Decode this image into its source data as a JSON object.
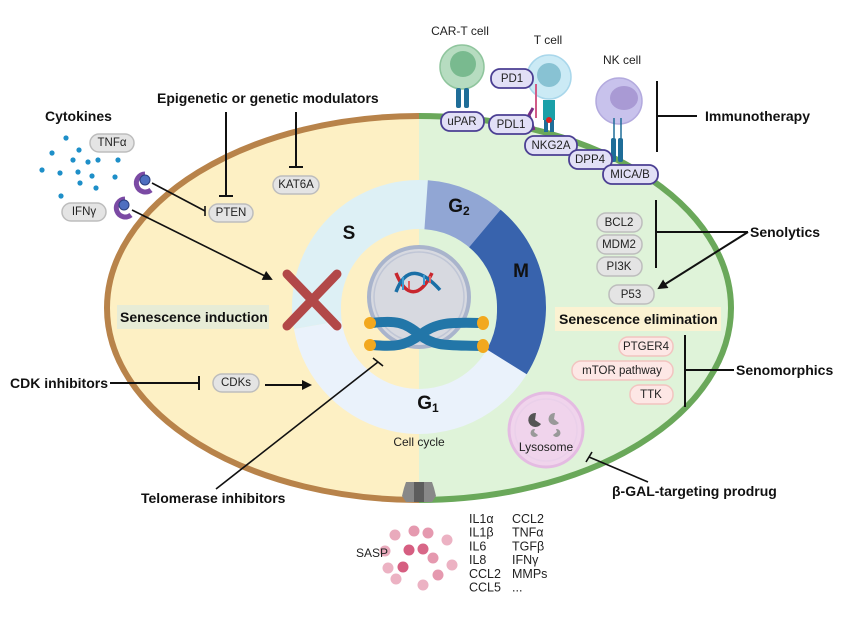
{
  "colors": {
    "induction_bg": "#fdf0c4",
    "elimination_bg": "#dff3d9",
    "induction_membrane": "#b8834a",
    "elimination_membrane": "#6aa85a",
    "phase_s": "#ddf0f5",
    "phase_g2": "#91a6d4",
    "phase_m": "#3863ad",
    "phase_g1": "#eaf2fb",
    "x_mark": "#b24848",
    "gray_pill": "#e4e4e4",
    "purple_pill": "#e2e0f6",
    "pink_pill": "#fde7e5",
    "cytokine_dot": "#1e8fc8",
    "sasp_dot": "#d4557a"
  },
  "left_side": {
    "cytokines_title": "Cytokines",
    "cytokines": [
      "TNFα",
      "IFNγ"
    ],
    "epigenetic_title": "Epigenetic or genetic modulators",
    "epigenetic_targets": [
      "PTEN",
      "KAT6A"
    ],
    "section_label": "Senescence induction",
    "cdk_inhibitors_label": "CDK inhibitors",
    "cdk_target": "CDKs",
    "telomerase_label": "Telomerase inhibitors"
  },
  "cell_cycle": {
    "label": "Cell cycle",
    "phases": [
      {
        "name": "S",
        "sub": ""
      },
      {
        "name": "G",
        "sub": "2"
      },
      {
        "name": "M",
        "sub": ""
      },
      {
        "name": "G",
        "sub": "1"
      }
    ]
  },
  "immune_cells": {
    "car_t": "CAR-T cell",
    "t_cell": "T cell",
    "nk_cell": "NK cell",
    "receptors": [
      "uPAR",
      "PD1",
      "PDL1",
      "NKG2A",
      "DPP4",
      "MICA/B"
    ],
    "category": "Immunotherapy"
  },
  "right_side": {
    "senolytics_label": "Senolytics",
    "senolytic_targets": [
      "BCL2",
      "MDM2",
      "PI3K"
    ],
    "p53": "P53",
    "section_label": "Senescence elimination",
    "senomorphics_label": "Senomorphics",
    "senomorphic_targets": [
      "PTGER4",
      "mTOR pathway",
      "TTK"
    ],
    "lysosome": "Lysosome",
    "prodrug_label": "β-GAL-targeting prodrug"
  },
  "sasp": {
    "label": "SASP",
    "factors_col1": [
      "IL1α",
      "IL1β",
      "IL6",
      "IL8",
      "CCL2",
      "CCL5"
    ],
    "factors_col2": [
      "CCL2",
      "TNFα",
      "TGFβ",
      "IFNγ",
      "MMPs",
      "..."
    ]
  }
}
